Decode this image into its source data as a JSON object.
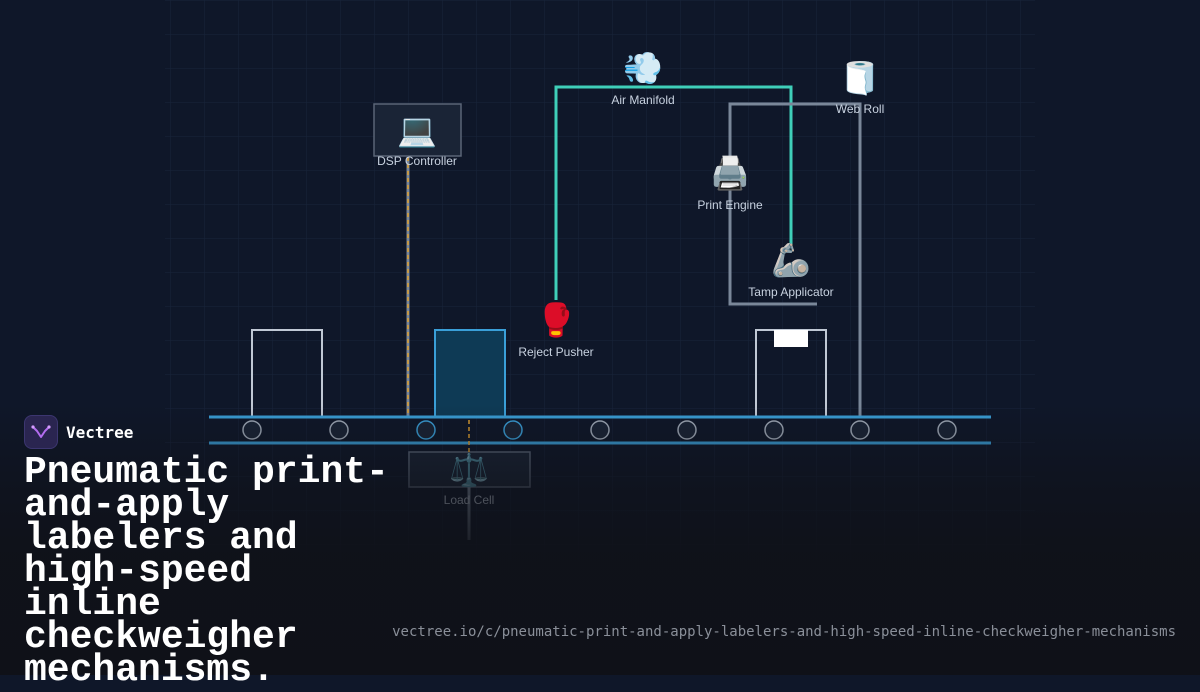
{
  "diagram": {
    "components": {
      "air_manifold": {
        "label": "Air Manifold",
        "icon": "wind-face-icon",
        "glyph": "💨"
      },
      "web_roll": {
        "label": "Web Roll",
        "icon": "roll-of-paper-icon",
        "glyph": "🧻"
      },
      "dsp_controller": {
        "label": "DSP Controller",
        "icon": "laptop-icon",
        "glyph": "💻"
      },
      "print_engine": {
        "label": "Print Engine",
        "icon": "printer-icon",
        "glyph": "🖨️"
      },
      "tamp_applicator": {
        "label": "Tamp Applicator",
        "icon": "mechanical-arm-icon",
        "glyph": "🦾"
      },
      "reject_pusher": {
        "label": "Reject Pusher",
        "icon": "boxing-glove-icon",
        "glyph": "🥊"
      },
      "load_cell": {
        "label": "Load Cell",
        "icon": "balance-scale-icon",
        "glyph": "⚖️"
      }
    },
    "colors": {
      "background": "#0f1729",
      "conveyor": "#3a9fd8",
      "pneumatic_line": "#3fcfb9",
      "web_path": "#7a8799",
      "signal_line": "#e0a030",
      "weighed_package": "#0e3a55",
      "label_patch": "#ffffff"
    }
  },
  "brand": {
    "name": "Vectree",
    "logo_icon": "vectree-logo-icon"
  },
  "headline": "Pneumatic print-and-apply labelers and high-speed inline checkweigher mechanisms.",
  "url": "vectree.io/c/pneumatic-print-and-apply-labelers-and-high-speed-inline-checkweigher-mechanisms"
}
